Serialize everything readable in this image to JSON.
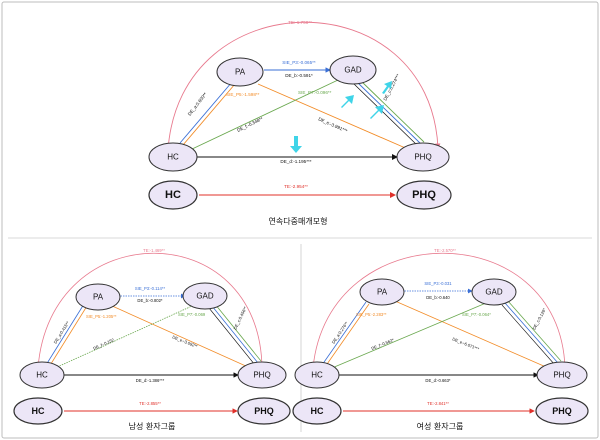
{
  "colors": {
    "node_fill": "#ece6f7",
    "arc": "#e87a8e",
    "p3": "#3a6fd6",
    "p5": "#f28c28",
    "p7": "#6aa84f",
    "direct": "#111111",
    "total": "#e0302a",
    "accent_arrow": "#3fd4e8"
  },
  "nodes": {
    "hc": "HC",
    "pa": "PA",
    "gad": "GAD",
    "phq": "PHQ"
  },
  "top": {
    "caption": "연속다중매개모형",
    "te_arc": "TE:-1.758**",
    "sie_p3": "SIE_P3:-0.065**",
    "de_b": "DE_b:-0.591*",
    "sie_p5": "SIE_P5:-1.598**",
    "sie_p7": "SIE_P7:-0.096**",
    "de_a": "DE_a:0.600**",
    "de_f": "DE_f:-0.348**",
    "de_e": "DE_e:-3.991***",
    "de_c": "DE_c:0.274***",
    "de_d": "DE_d:-1.195***",
    "te": "TE:-2.954**"
  },
  "left": {
    "caption": "남성 환자그룹",
    "te_arc": "TE:-1.469**",
    "sie_p3": "SIE_P3:-0.114**",
    "de_b": "DE_b:-0.802*",
    "sie_p5": "SIE_P5:-1.205**",
    "sie_p7": "SIE_P7:-0.069",
    "de_a": "DE_a:0.415**",
    "de_f": "DE_f:-0.152",
    "de_e": "DE_e:-3.092**",
    "de_c": "DE_c:0.456**",
    "de_d": "DE_d:-1.386***",
    "te": "TE:-2.855**"
  },
  "right": {
    "caption": "여성 환자그룹",
    "te_arc": "TE:-2.570**",
    "sie_p3": "SIE_P3:-0.031",
    "de_b": "DE_b:-0.640",
    "sie_p5": "SIE_P5:-2.283**",
    "sie_p7": "SIE_P7:-0.064*",
    "de_a": "DE_a:0.276**",
    "de_f": "DE_f:-0.562*",
    "de_e": "DE_e:-6.071***",
    "de_c": "DE_c:0.126*",
    "de_d": "DE_d:-0.663*",
    "te": "TE:-2.841**"
  }
}
